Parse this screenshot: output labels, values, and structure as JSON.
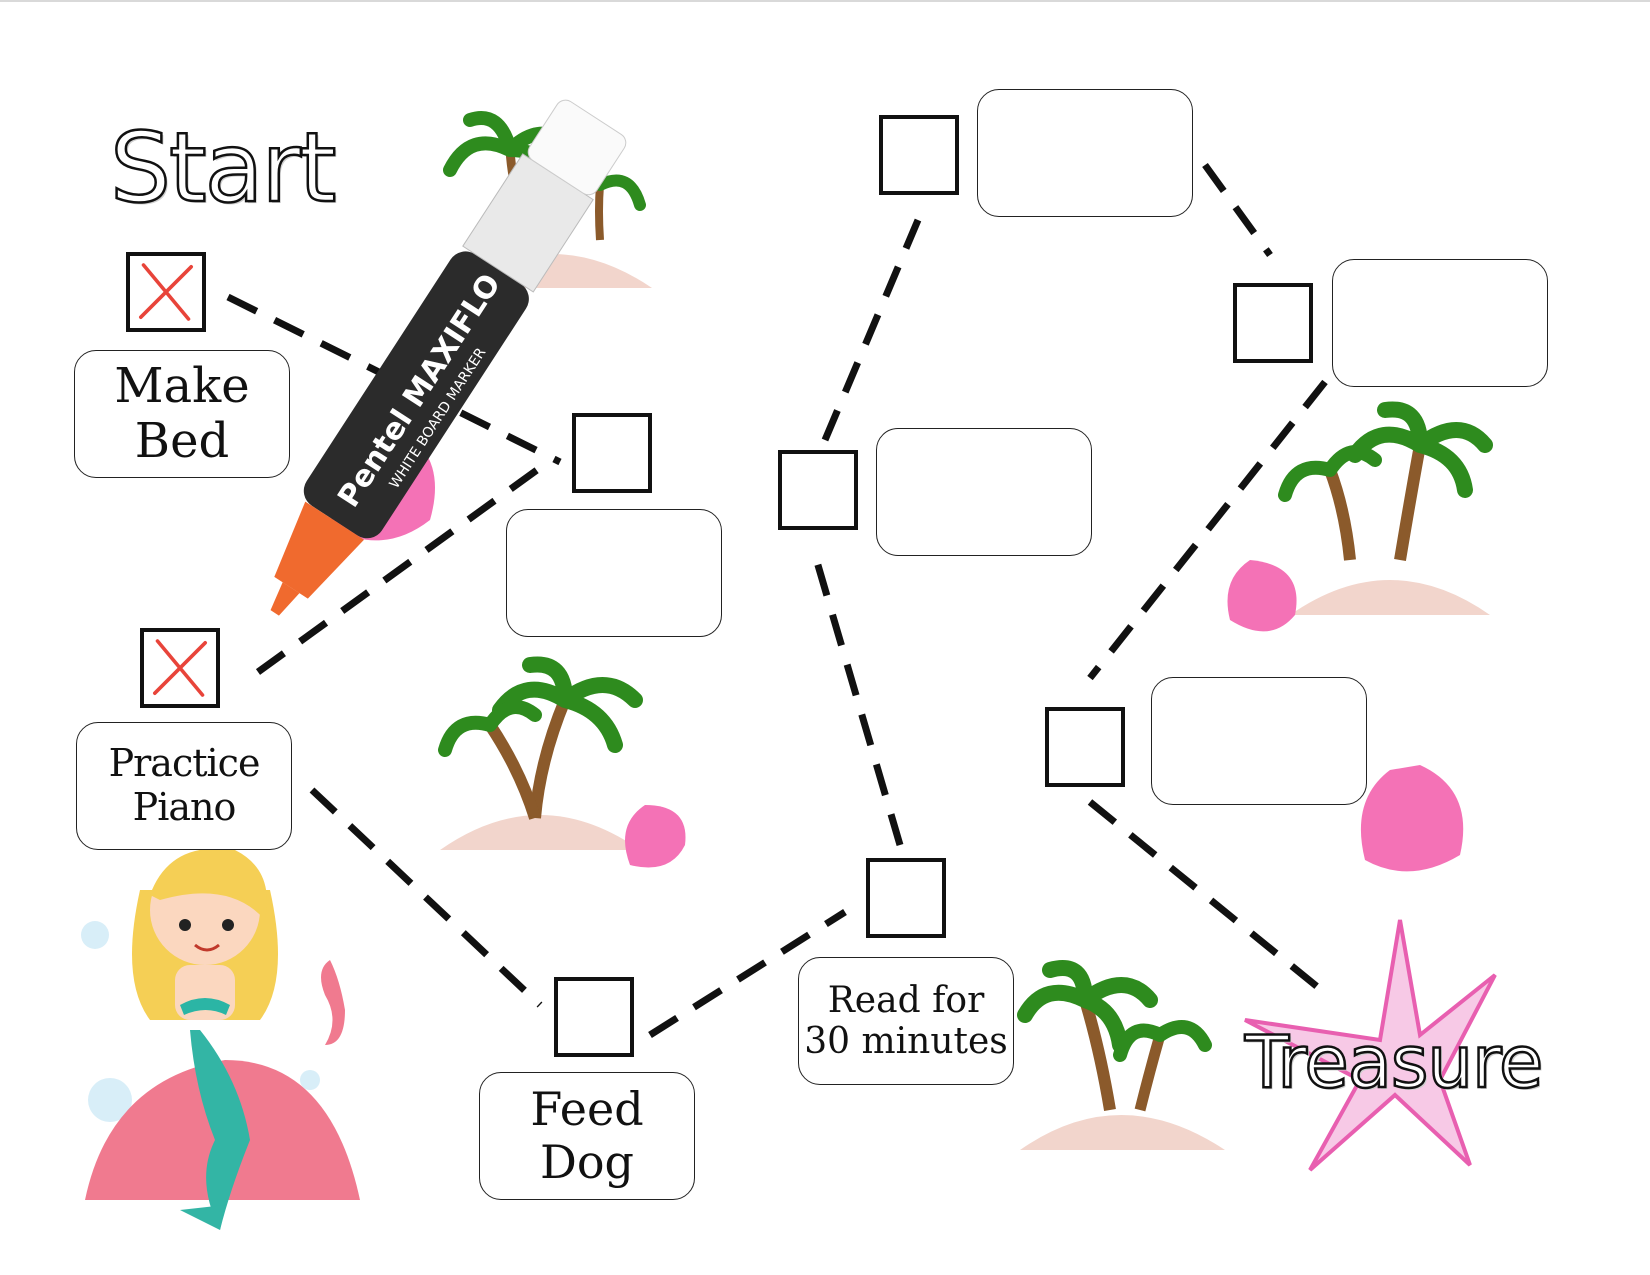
{
  "board": {
    "start_label": "Start",
    "end_label": "Treasure"
  },
  "tasks": [
    {
      "label": "Make Bed",
      "done": true
    },
    {
      "label": "Practice Piano",
      "done": true
    },
    {
      "label": "",
      "done": false
    },
    {
      "label": "Feed Dog",
      "done": false
    },
    {
      "label": "Read for\n30 minutes",
      "done": false
    },
    {
      "label": "",
      "done": false
    },
    {
      "label": "",
      "done": false
    },
    {
      "label": "",
      "done": false
    },
    {
      "label": "",
      "done": false
    }
  ],
  "colors": {
    "check_mark": "#e8443a",
    "path_line": "#111111",
    "sand": "#f2d5cc",
    "palm_leaf": "#2e8b1e",
    "palm_trunk": "#8b5a2b",
    "shell": "#f472b6",
    "starfish": "#e85fb0",
    "marker_body": "#2b2b2b",
    "marker_cap": "#f06a2e"
  },
  "marker": {
    "brand_text": "Pentel MAXIFLO",
    "sub_text": "WHITE BOARD MARKER"
  }
}
